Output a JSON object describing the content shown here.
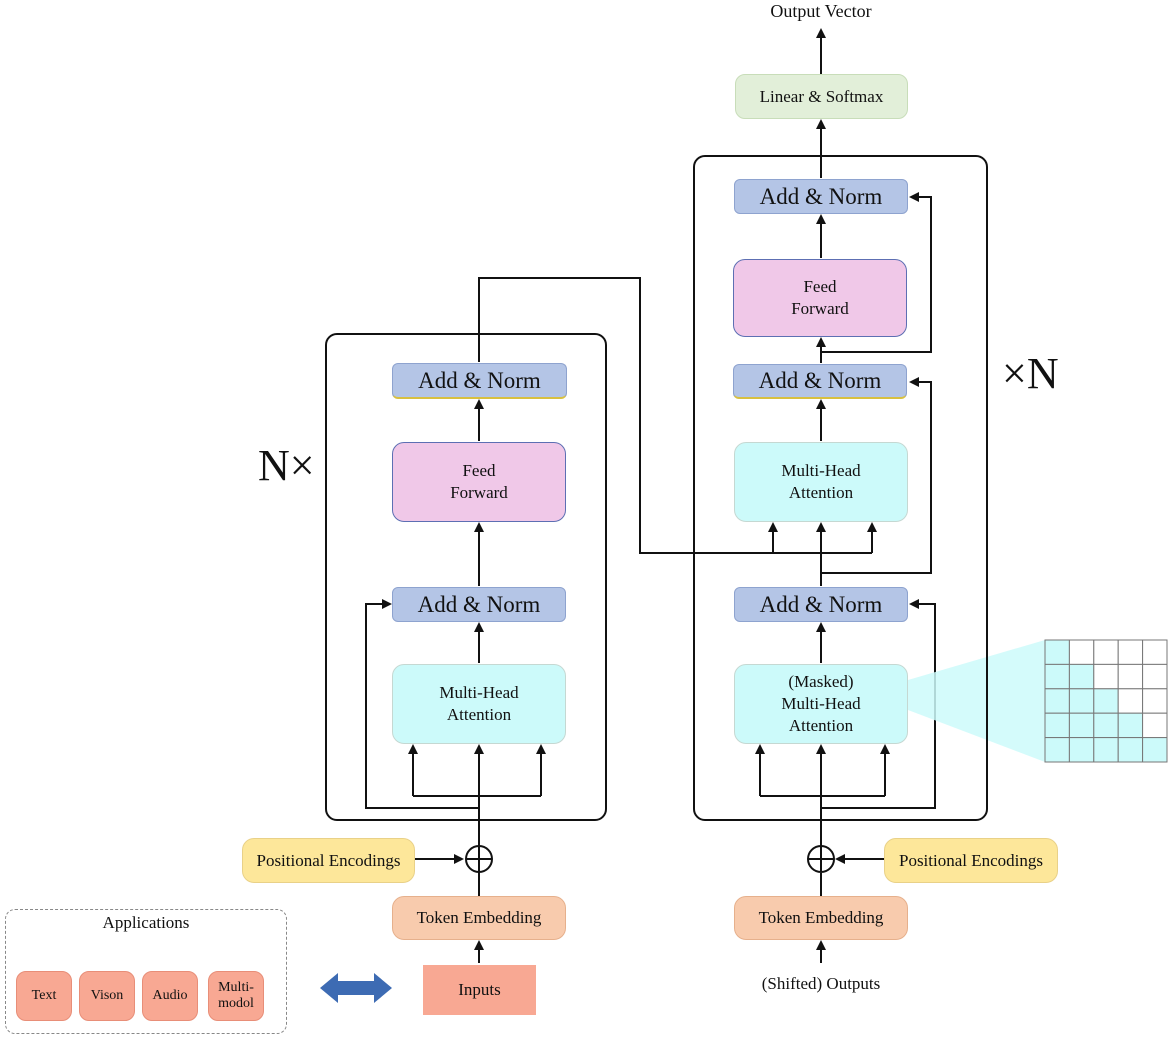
{
  "output_vector": "Output Vector",
  "linear_softmax": "Linear & Softmax",
  "encoder": {
    "repeat": "N×",
    "add_norm": "Add & Norm",
    "feed_forward": "Feed\nForward",
    "attention": "Multi-Head\nAttention",
    "positional_encodings": "Positional Encodings",
    "token_embedding": "Token Embedding",
    "inputs": "Inputs"
  },
  "decoder": {
    "repeat": "×N",
    "add_norm": "Add & Norm",
    "feed_forward": "Feed\nForward",
    "cross_attention": "Multi-Head\nAttention",
    "masked_attention": "(Masked)\nMulti-Head\nAttention",
    "positional_encodings": "Positional Encodings",
    "token_embedding": "Token Embedding",
    "outputs": "(Shifted) Outputs"
  },
  "applications": {
    "title": "Applications",
    "items": [
      "Text",
      "Vison",
      "Audio",
      "Multi-\nmodol"
    ]
  },
  "colors": {
    "add_norm": "#b4c5e6",
    "feed_forward": "#f0c8e8",
    "attention": "#ccfafa",
    "positional": "#fde79a",
    "embedding": "#f8cbad",
    "linear": "#e2efd9",
    "inputs": "#f8a893",
    "arrow_blue": "#3d6bb3"
  },
  "mask_matrix": [
    [
      1,
      0,
      0,
      0,
      0
    ],
    [
      1,
      1,
      0,
      0,
      0
    ],
    [
      1,
      1,
      1,
      0,
      0
    ],
    [
      1,
      1,
      1,
      1,
      0
    ],
    [
      1,
      1,
      1,
      1,
      1
    ]
  ]
}
